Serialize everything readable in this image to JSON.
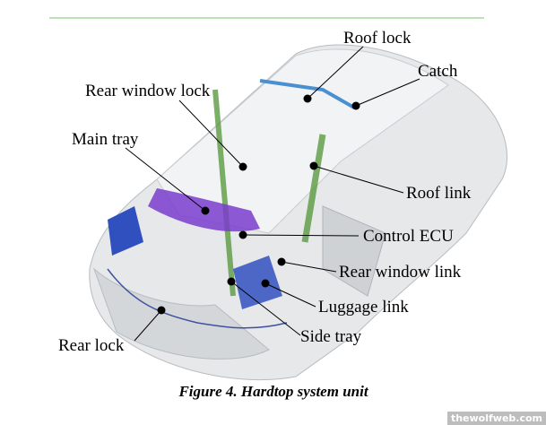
{
  "labels": {
    "roof_lock": "Roof lock",
    "catch": "Catch",
    "rear_window_lock": "Rear window lock",
    "main_tray": "Main tray",
    "roof_link": "Roof link",
    "control_ecu": "Control ECU",
    "rear_window_link": "Rear window link",
    "luggage_link": "Luggage link",
    "side_tray": "Side tray",
    "rear_lock": "Rear lock"
  },
  "caption": "Figure 4. Hardtop system unit",
  "watermark": "thewolfweb.com",
  "colors": {
    "rule": "#a8d8a0",
    "body": "#e4e6e8",
    "green": "#5a9a40",
    "purple": "#7a3ccc",
    "blue": "#3050c0",
    "pink": "#d050a0"
  }
}
